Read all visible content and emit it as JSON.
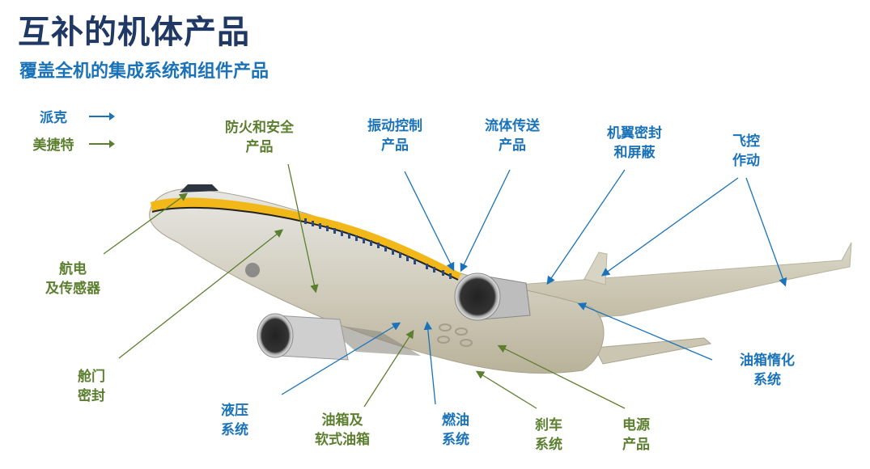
{
  "header": {
    "title": "互补的机体产品",
    "subtitle": "覆盖全机的集成系统和组件产品"
  },
  "legend": [
    {
      "label": "派克",
      "color": "#1a73b8"
    },
    {
      "label": "美捷特",
      "color": "#5b7f2e"
    }
  ],
  "colors": {
    "title": "#1f3864",
    "parker_blue": "#1a73b8",
    "meggitt_green": "#5b7f2e",
    "fuselage_stripe": "#f2b81a"
  },
  "callouts": [
    {
      "id": "fire-safety",
      "lines": [
        "防火和安全",
        "产品"
      ],
      "company": "美捷特"
    },
    {
      "id": "vibration-control",
      "lines": [
        "振动控制",
        "产品"
      ],
      "company": "派克"
    },
    {
      "id": "fluid-conveyance",
      "lines": [
        "流体传送",
        "产品"
      ],
      "company": "派克"
    },
    {
      "id": "wing-seals",
      "lines": [
        "机翼密封",
        "和屏蔽"
      ],
      "company": "派克"
    },
    {
      "id": "flight-control",
      "lines": [
        "飞控",
        "作动"
      ],
      "company": "派克"
    },
    {
      "id": "avionics",
      "lines": [
        "航电",
        "及传感器"
      ],
      "company": "美捷特"
    },
    {
      "id": "door-seals",
      "lines": [
        "舱门",
        "密封"
      ],
      "company": "美捷特"
    },
    {
      "id": "hydraulics",
      "lines": [
        "液压",
        "系统"
      ],
      "company": "派克"
    },
    {
      "id": "fuel-tanks",
      "lines": [
        "油箱及",
        "软式油箱"
      ],
      "company": "美捷特"
    },
    {
      "id": "fuel-system",
      "lines": [
        "燃油",
        "系统"
      ],
      "company": "派克"
    },
    {
      "id": "brakes",
      "lines": [
        "刹车",
        "系统"
      ],
      "company": "美捷特"
    },
    {
      "id": "power",
      "lines": [
        "电源",
        "产品"
      ],
      "company": "美捷特"
    },
    {
      "id": "fuel-inerting",
      "lines": [
        "油箱惰化",
        "系统"
      ],
      "company": "派克"
    }
  ]
}
